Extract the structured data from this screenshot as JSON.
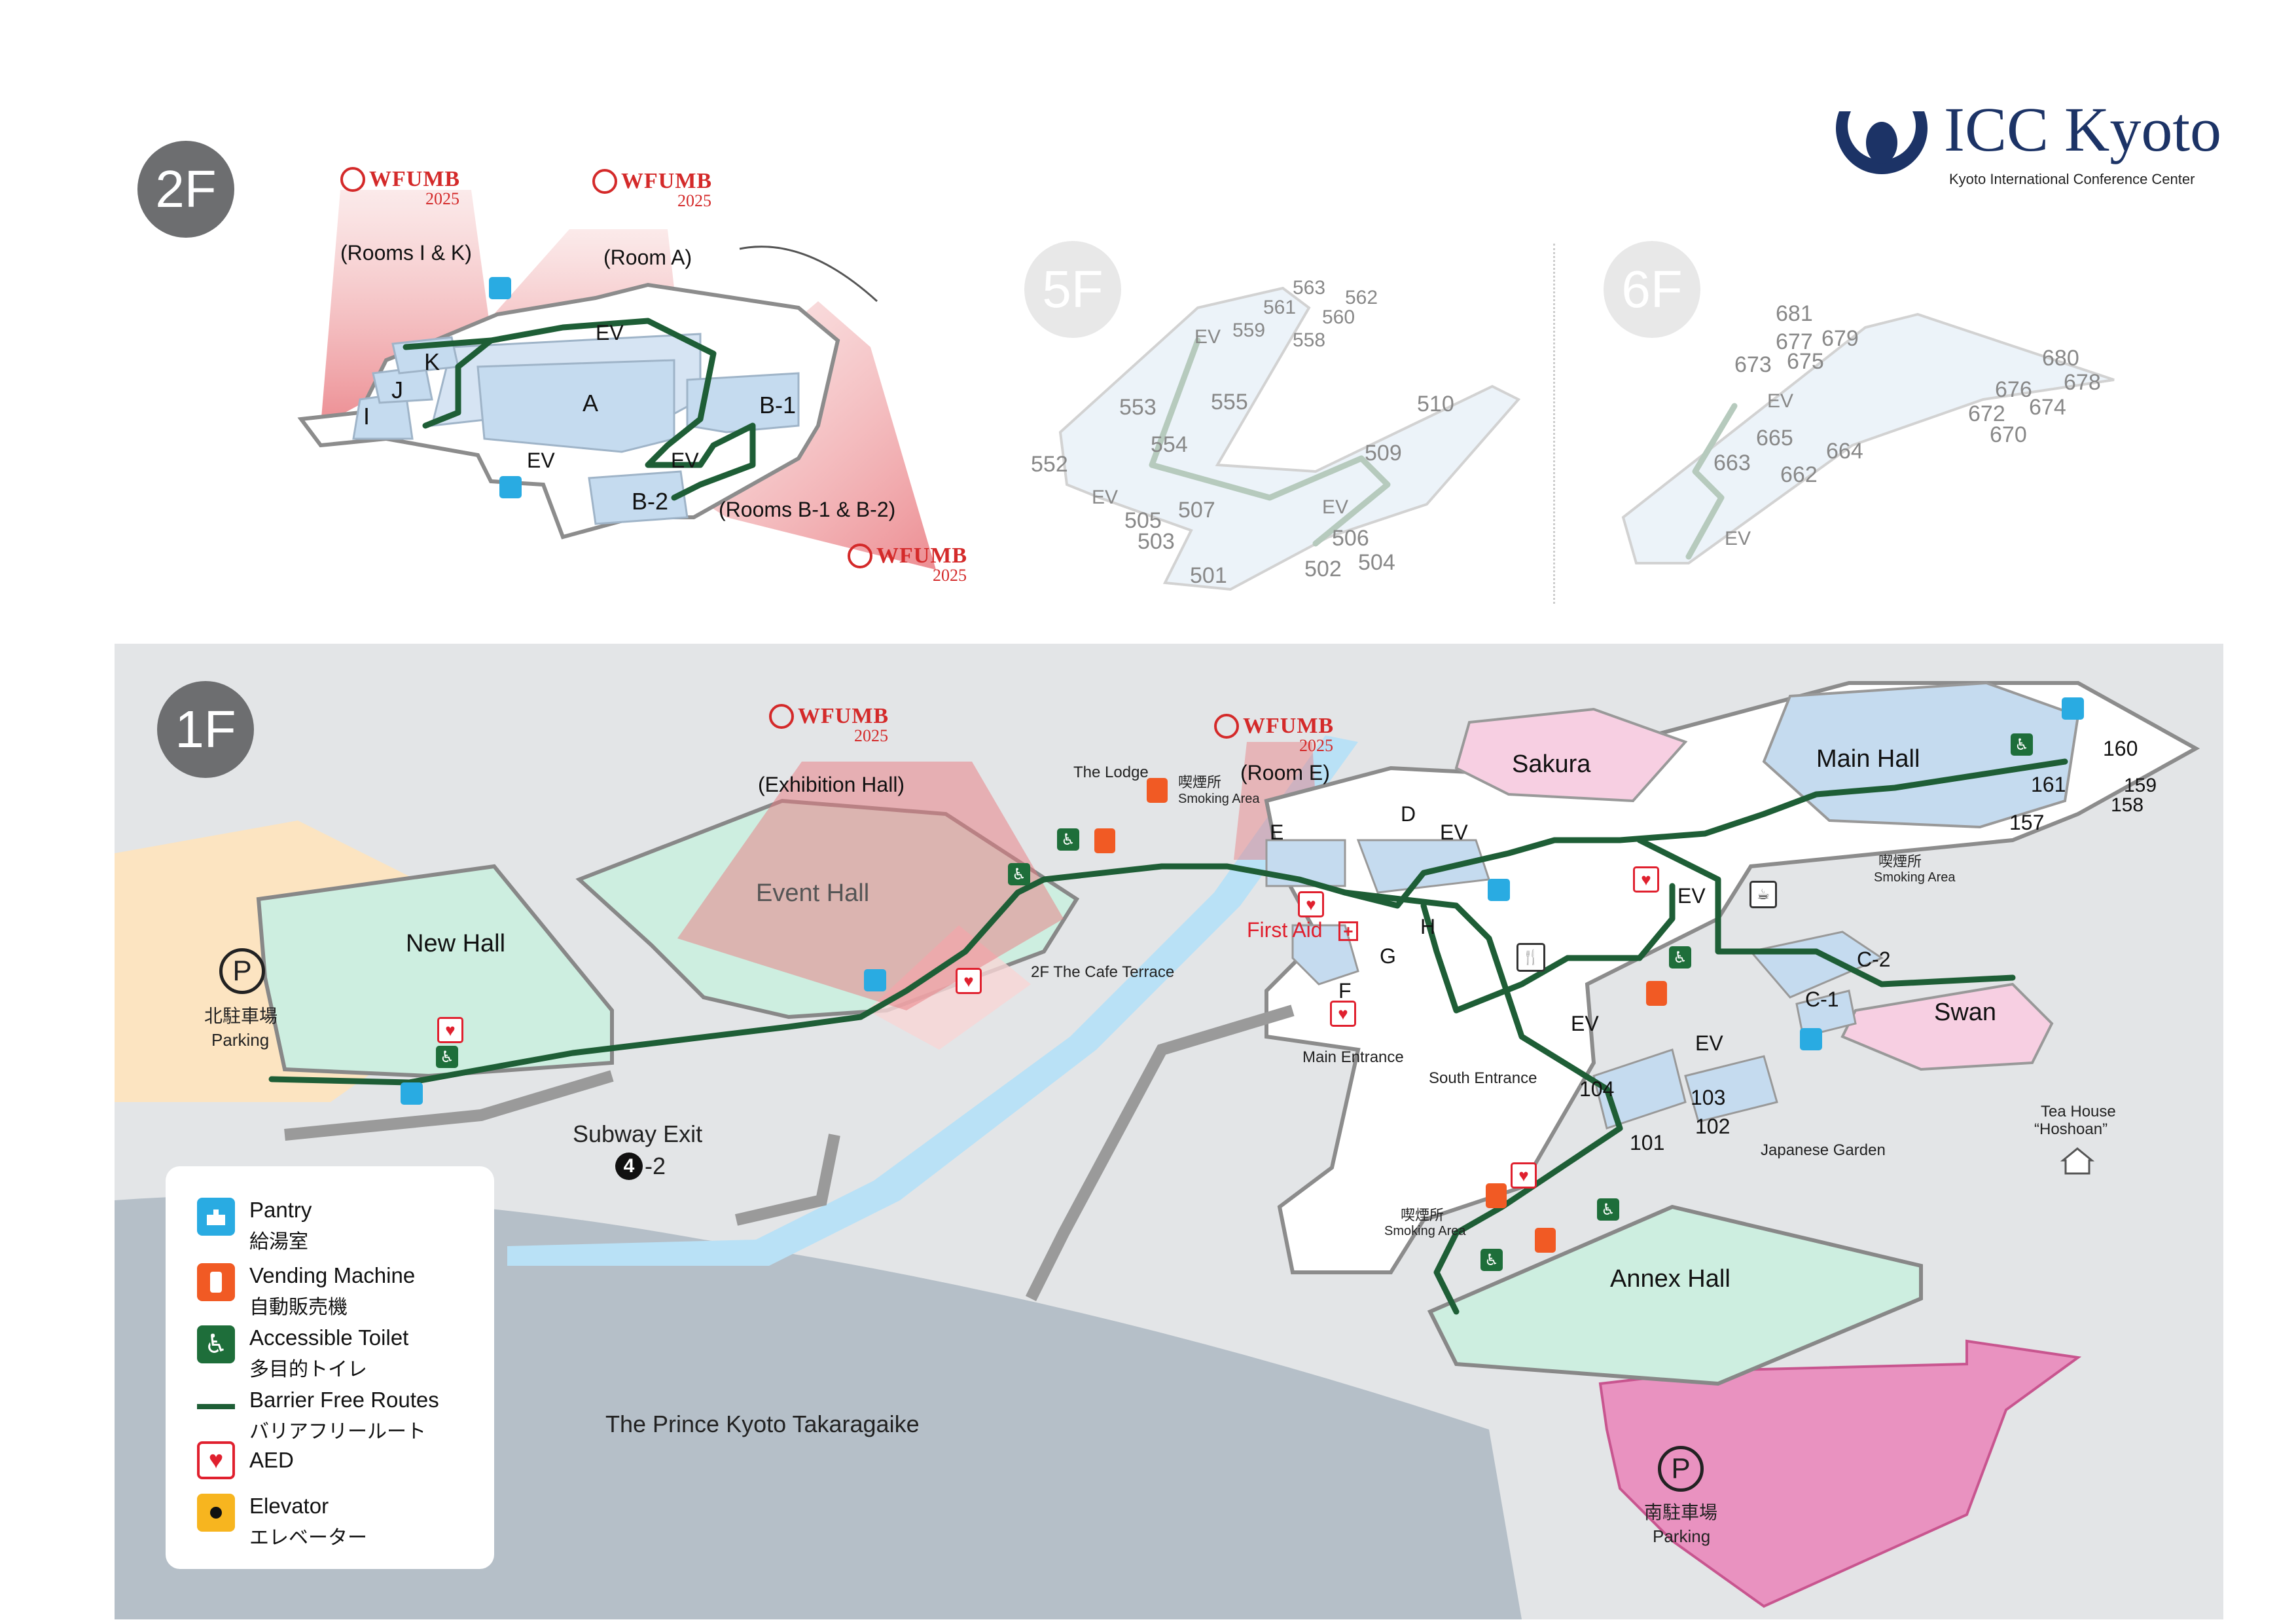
{
  "brand": {
    "name": "ICC Kyoto",
    "subtitle": "Kyoto International Conference Center"
  },
  "floors": {
    "f2": {
      "badge": "2F",
      "event_label_1": "(Rooms I & K)",
      "event_label_2": "(Room A)",
      "event_label_3": "(Rooms B-1 & B-2)",
      "rooms": [
        "A",
        "B-1",
        "B-2",
        "I",
        "J",
        "K"
      ],
      "ev": "EV"
    },
    "f5": {
      "badge": "5F",
      "rooms": [
        "563",
        "561",
        "562",
        "560",
        "559",
        "558",
        "553",
        "555",
        "554",
        "552",
        "510",
        "509",
        "507",
        "505",
        "503",
        "501",
        "502",
        "504",
        "506"
      ],
      "ev": "EV"
    },
    "f6": {
      "badge": "6F",
      "rooms": [
        "681",
        "677",
        "679",
        "673",
        "675",
        "680",
        "676",
        "678",
        "674",
        "672",
        "670",
        "665",
        "664",
        "663",
        "662"
      ],
      "ev": "EV"
    },
    "f1": {
      "badge": "1F",
      "event_label_exhibition": "(Exhibition Hall)",
      "event_label_room_e": "(Room E)",
      "halls": {
        "new_hall": "New Hall",
        "event_hall": "Event Hall",
        "sakura": "Sakura",
        "main_hall": "Main Hall",
        "annex_hall": "Annex Hall",
        "swan": "Swan"
      },
      "rooms": {
        "d": "D",
        "e": "E",
        "f": "F",
        "g": "G",
        "h": "H",
        "c1": "C-1",
        "c2": "C-2",
        "r101": "101",
        "r102": "102",
        "r103": "103",
        "r104": "104",
        "r157": "157",
        "r158": "158",
        "r159": "159",
        "r160": "160",
        "r161": "161"
      },
      "ev": "EV",
      "places": {
        "the_lodge": "The Lodge",
        "smoking_jp": "喫煙所",
        "smoking_en": "Smoking Area",
        "first_aid": "First Aid",
        "cafe_terrace": "2F The Cafe Terrace",
        "main_entrance": "Main Entrance",
        "south_entrance": "South Entrance",
        "japanese_garden": "Japanese Garden",
        "tea_house_1": "Tea House",
        "tea_house_2": "“Hoshoan”",
        "subway_exit": "Subway Exit",
        "subway_num": "4",
        "subway_suffix": "-2",
        "prince": "The Prince Kyoto Takaragaike",
        "north_parking_jp": "北駐車場",
        "north_parking_en": "Parking",
        "south_parking_jp": "南駐車場",
        "south_parking_en": "Parking",
        "parking_symbol": "P"
      }
    }
  },
  "wfumb": {
    "name": "WFUMB",
    "year": "2025"
  },
  "legend": [
    {
      "en": "Pantry",
      "jp": "給湯室",
      "icon": "pantry-icon",
      "color": "#29abe2"
    },
    {
      "en": "Vending Machine",
      "jp": "自動販売機",
      "icon": "vending-machine-icon",
      "color": "#f15a24"
    },
    {
      "en": "Accessible Toilet",
      "jp": "多目的トイレ",
      "icon": "accessible-toilet-icon",
      "color": "#1e6e3a"
    },
    {
      "en": "Barrier Free Routes",
      "jp": "バリアフリールート",
      "icon": "barrier-free-route-icon",
      "color": "#1e5e36"
    },
    {
      "en": "AED",
      "jp": "",
      "icon": "aed-icon",
      "color": "#e0202e"
    },
    {
      "en": "Elevator",
      "jp": "エレベーター",
      "icon": "elevator-icon",
      "color": "#f7b51f"
    }
  ],
  "colors": {
    "room_blue": "#c5dbef",
    "hall_green": "#cdeee0",
    "sakura_pink": "#f7cfe2",
    "parking_north": "#fde4bf",
    "parking_south": "#e992c0",
    "pond": "#b5bfc8",
    "ground": "#e3e5e7",
    "route": "#1e5e36",
    "wfumb_red": "#d42a2a",
    "brand_navy": "#1c3366"
  }
}
